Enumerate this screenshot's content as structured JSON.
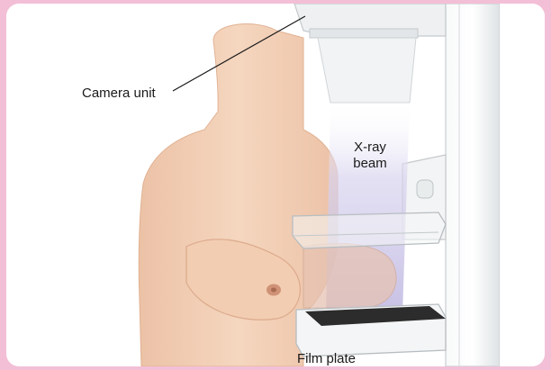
{
  "labels": {
    "camera_unit": "Camera unit",
    "xray_beam_line1": "X-ray",
    "xray_beam_line2": "beam",
    "film_plate": "Film plate"
  },
  "colors": {
    "background_border": "#f3bfd6",
    "card": "#ffffff",
    "skin": "#f2cfb3",
    "skin_shadow": "#e6b898",
    "nipple": "#c8876a",
    "machine_gray": "#eceeef",
    "machine_line": "#c4c9cc",
    "beam": "#c9c3e6",
    "plate": "#2c2c2c"
  }
}
